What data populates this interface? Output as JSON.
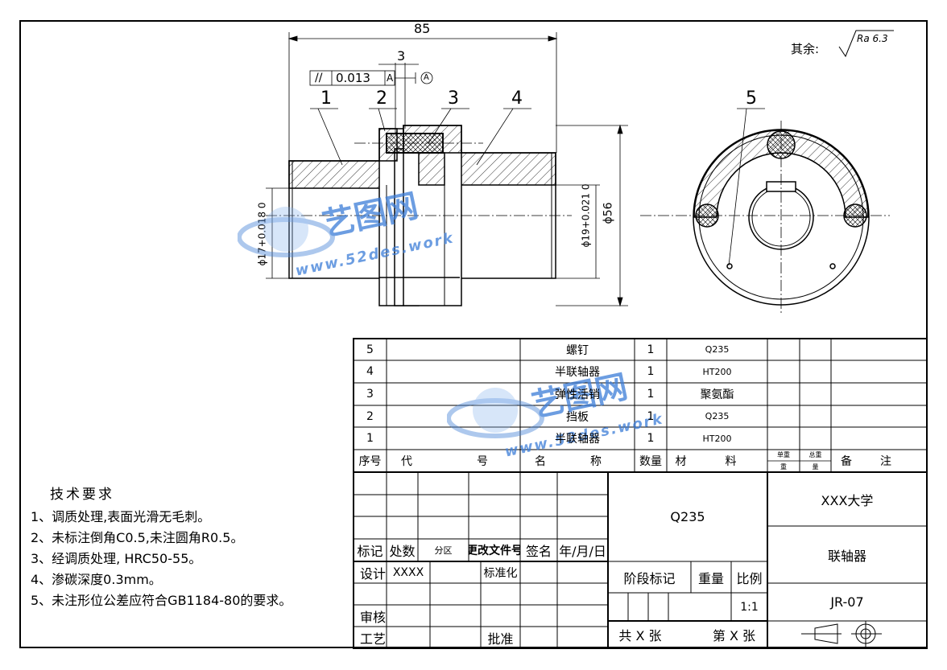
{
  "roughness": {
    "label": "其余:",
    "value": "Ra 6.3"
  },
  "dimensions": {
    "overall_length": "85",
    "gap": "3",
    "tolerance_box": {
      "symbol": "//",
      "value": "0.013",
      "datum": "A",
      "datum_mark": "A"
    },
    "bore_left": "ϕ17+0.018 0",
    "bore_right": "ϕ19+0.021 0",
    "outer_dia": "ϕ56"
  },
  "balloons": [
    "1",
    "2",
    "3",
    "4",
    "5"
  ],
  "watermark": {
    "brand": "艺图网",
    "url": "www.52des.work"
  },
  "tech_requirements": {
    "title": "技术要求",
    "items": [
      "1、调质处理,表面光滑无毛刺。",
      "2、未标注倒角C0.5,未注圆角R0.5。",
      "3、经调质处理, HRC50-55。",
      "4、渗碳深度0.3mm。",
      "5、未注形位公差应符合GB1184-80的要求。"
    ]
  },
  "parts_list": {
    "rows": [
      {
        "no": "5",
        "name": "螺钉",
        "qty": "1",
        "material": "Q235"
      },
      {
        "no": "4",
        "name": "半联轴器",
        "qty": "1",
        "material": "HT200"
      },
      {
        "no": "3",
        "name": "弹性活销",
        "qty": "1",
        "material": "聚氨酯"
      },
      {
        "no": "2",
        "name": "挡板",
        "qty": "1",
        "material": "Q235"
      },
      {
        "no": "1",
        "name": "半联轴器",
        "qty": "1",
        "material": "HT200"
      }
    ],
    "header": {
      "no": "序号",
      "code_a": "代",
      "code_b": "号",
      "name_a": "名",
      "name_b": "称",
      "qty": "数量",
      "mat_a": "材",
      "mat_b": "料",
      "single_a": "单重",
      "total_a": "总重",
      "single_b": "重",
      "total_b": "量",
      "remark_a": "备",
      "remark_b": "注"
    }
  },
  "title_block": {
    "material": "Q235",
    "school": "XXX大学",
    "drawing_name": "联轴器",
    "drawing_no": "JR-07",
    "scale_label": "比例",
    "scale": "1:1",
    "stage_label": "阶段标记",
    "weight_label": "重量",
    "mark": "标记",
    "count": "处数",
    "zone": "分区",
    "change_doc": "更改文件号",
    "signature": "签名",
    "date": "年/月/日",
    "design": "设计",
    "designer": "XXXX",
    "standardize": "标准化",
    "review": "审核",
    "process": "工艺",
    "approve": "批准",
    "sheets_total": "共 X 张",
    "sheet_no": "第 X 张"
  }
}
